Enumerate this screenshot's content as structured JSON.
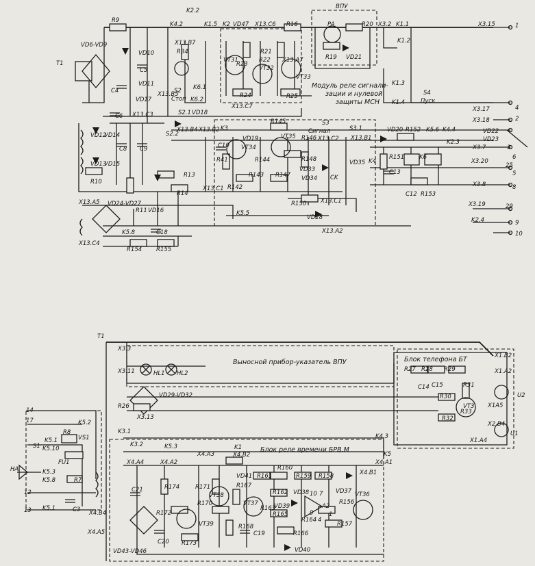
{
  "labels": {
    "T1": "T1",
    "VD6VD9": "VD6-VD9",
    "R9": "R9",
    "VD10": "VD10",
    "C5": "C5",
    "VD11": "VD11",
    "C4": "C4",
    "VD17": "VD17",
    "X13B5": "X13.B5",
    "C6": "C6",
    "X13C3": "X13.C3",
    "VD12": "VD12",
    "VD14": "VD14",
    "C8": "C8",
    "C9": "C9",
    "VD13": "VD13",
    "VD15": "VD15",
    "R10": "R10",
    "R11": "R11",
    "VD16": "VD16",
    "R13": "R13",
    "R14": "R14",
    "K42": "K4.2",
    "K22": "K2.2",
    "X13B7": "X13.B7",
    "R34": "R34",
    "K61": "K6.1",
    "K62": "K6.2",
    "S2": "S2",
    "Stop": "Стоп",
    "S21": "S2.1",
    "VD18": "VD18",
    "S22": "S2.2",
    "X13B4": "X13.B4",
    "X13B2": "X13.B2",
    "K15": "K1.5",
    "K2": "K2",
    "VD47": "VD47",
    "X13C6": "X13.C6",
    "R16": "R16",
    "VT31": "VT31",
    "R23": "R23",
    "R21": "R21",
    "R22": "R22",
    "VT32": "VT32",
    "X13A7": "X13.A7",
    "VT33": "VT33",
    "R24": "R24",
    "R25": "R25",
    "X13C7": "X13.C7",
    "ModuleRelay": "Модуль реле сигнали-",
    "ModuleRelay2": "зации и нулевой",
    "ModuleRelay3": "защиты МСН",
    "VPU": "ВПУ",
    "PA": "PA",
    "R20": "R20",
    "R19": "R19",
    "VD21": "VD21",
    "X32": "X3.2",
    "K11": "K1.1",
    "K12": "K1.2",
    "X315": "X3.15",
    "n1": "1",
    "K13": "K1.3",
    "K14": "K1.4",
    "S4": "S4",
    "Pusk": "Пуск",
    "X317": "X3.17",
    "X318": "X3.18",
    "n4": "4",
    "n2": "2",
    "n3": "3",
    "n25": "25",
    "n5": "5",
    "n6": "6",
    "n8": "8",
    "n29": "29",
    "n9": "9",
    "n10": "10",
    "K3": "K3",
    "R145": "R145",
    "S3": "S3",
    "Signal": "Сигнал",
    "S31": "S3.1",
    "VD20": "VD20",
    "R152": "R152",
    "K56": "K5.6",
    "K44": "K4.4",
    "VD22": "VD22",
    "VD23": "VD23",
    "C10": "C10",
    "VT34": "VT34",
    "VD19": "VD19",
    "VT35": "VT35",
    "R146": "R146",
    "X13C2": "X13.C2",
    "X13B1": "X13.B1",
    "K23": "K2.3",
    "X37": "X3.7",
    "R41": "R41",
    "R144": "R144",
    "R148": "R148",
    "VD33": "VD33",
    "VD35": "VD35",
    "K4": "K4",
    "R151": "R151",
    "K6": "K6",
    "X320": "X3.20",
    "R143": "R143",
    "R147": "R147",
    "VD34": "VD34",
    "C13": "C13",
    "X13C1": "X13.C1",
    "R142": "R142",
    "X38": "X3.8",
    "R150": "R150",
    "X13C1b": "X13.C1",
    "C12": "C12",
    "R153": "R153",
    "CK": "CK",
    "X13A5": "X13.A5",
    "VD24VD27": "VD24-VD27",
    "K55": "K5.5",
    "VD28": "VD28",
    "X319": "X3.19",
    "K24": "K2.4",
    "X13C4": "X13.C4",
    "K58": "K5.8",
    "C18": "C18",
    "R154": "R154",
    "R155": "R155",
    "X13A2": "X13.A2",
    "T1b": "T1",
    "X33": "X3.3",
    "X311": "X3.11",
    "HL1": "HL1",
    "HL2": "HL2",
    "Remote": "Выносной прибор-указатель ВПУ",
    "BlockPhone": "Блок телефона БТ",
    "R27": "R27",
    "R28": "R28",
    "R29": "R29",
    "C14": "C14",
    "C15": "C15",
    "R30": "R30",
    "R31": "R31",
    "VT3": "VT3",
    "R33": "R33",
    "R32": "R32",
    "X1B2": "X1.B2",
    "X1A2": "X1.A2",
    "U2": "U2",
    "X1A5": "X1A5",
    "X2B4": "X2.B4",
    "U1": "U1",
    "X1A4": "X1.A4",
    "VD29VD32": "VD29-VD32",
    "R26": "R26",
    "X313": "X3.13",
    "n14": "14",
    "n17": "17",
    "K52": "K5.2",
    "S1": "S1",
    "K51": "K5.1",
    "R8": "R8",
    "VS1": "VS1",
    "K510": "K5.10",
    "HA": "HA",
    "FU1": "FU1",
    "K53": "K5.3",
    "K58b": "K5.8",
    "R7": "R7",
    "n12": "12",
    "n13": "13",
    "K51b": "K5.1",
    "C3": "C3",
    "X4B4": "X4.B4",
    "X4A5": "X4.A5",
    "K31": "K3.1",
    "K32": "K3.2",
    "K53b": "K5.3",
    "X4A4": "X4.A4",
    "X4A2": "X4.A2",
    "X4A3": "X4.A3",
    "K1p": "K1",
    "X4B2": "X4.B2",
    "BlockTime": "Блок реле времени БРВ.М",
    "K43": "K4.3",
    "K5": "K5",
    "X4A1": "X4.A1",
    "R160": "R160",
    "C21": "C21",
    "R174": "R174",
    "R171": "R171",
    "VT38": "VT38",
    "R170": "R170",
    "VD41": "VD41",
    "R167": "R167",
    "R161": "R161",
    "R159": "R159",
    "R158": "R158",
    "X4B1": "X4.B1",
    "VD37": "VD37",
    "VT36": "VT36",
    "R162": "R162",
    "VD38": "VD38",
    "VT37": "VT37",
    "R163": "R163",
    "VD39": "VD39",
    "R165": "R165",
    "A2": "A2",
    "R156": "R156",
    "R172": "R172",
    "VT39": "VT39",
    "R168": "R168",
    "C19": "C19",
    "R164": "R164",
    "R166": "R166",
    "R157": "R157",
    "C20": "C20",
    "R173": "R173",
    "VD43VD46": "VD43-VD46",
    "VD40": "VD40",
    "n10b": "10",
    "n7": "7",
    "n9b": "9",
    "n4b": "4",
    "n1b": "1"
  }
}
